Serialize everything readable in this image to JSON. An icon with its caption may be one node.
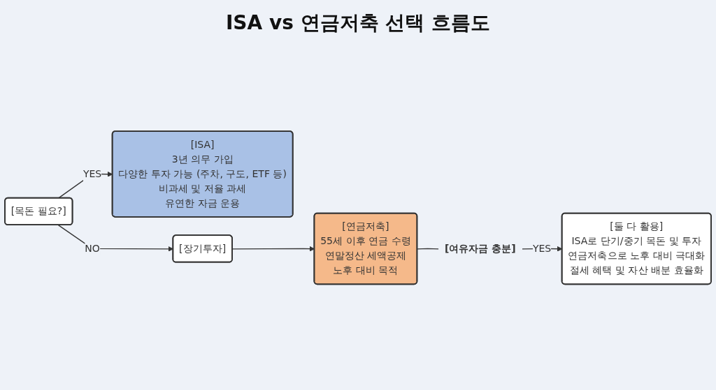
{
  "diagram": {
    "title": "ISA vs 연금저축 선택 흐름도",
    "nodes": [
      {
        "text": [
          "[목돈 필요?]"
        ]
      },
      {
        "text": [
          "[ISA]",
          "3년 의무 가입",
          "다양한 투자 가능 (주차, 구도, ETF 등)",
          "비과세 및 저율 과세",
          "유연한 자금 운용"
        ]
      },
      {
        "text": [
          "[장기투자]"
        ]
      },
      {
        "text": [
          "[연금저축]",
          "55세 이후 연금 수령",
          "연말정산 세액공제",
          "노후 대비 목적"
        ]
      },
      {
        "text": [
          "[여유자금 충분]"
        ]
      },
      {
        "text": [
          "[둘 다 활용]",
          "ISA로 단기/중기 목돈 및 투자",
          "연금저축으로 노후 대비 극대화",
          "절세 혜택 및 자산 배분 효율화"
        ]
      }
    ],
    "edges": [
      {
        "from": 0,
        "to": 1,
        "label": "YES",
        "arrow": "to"
      },
      {
        "from": 0,
        "to": 2,
        "label": "NO",
        "arrow": "to"
      },
      {
        "from": 2,
        "to": 3,
        "arrow": "to"
      },
      {
        "from": 3,
        "to": 4,
        "arrow": "none"
      },
      {
        "from": 4,
        "to": 5,
        "label": "YES",
        "arrow": "to"
      }
    ]
  }
}
